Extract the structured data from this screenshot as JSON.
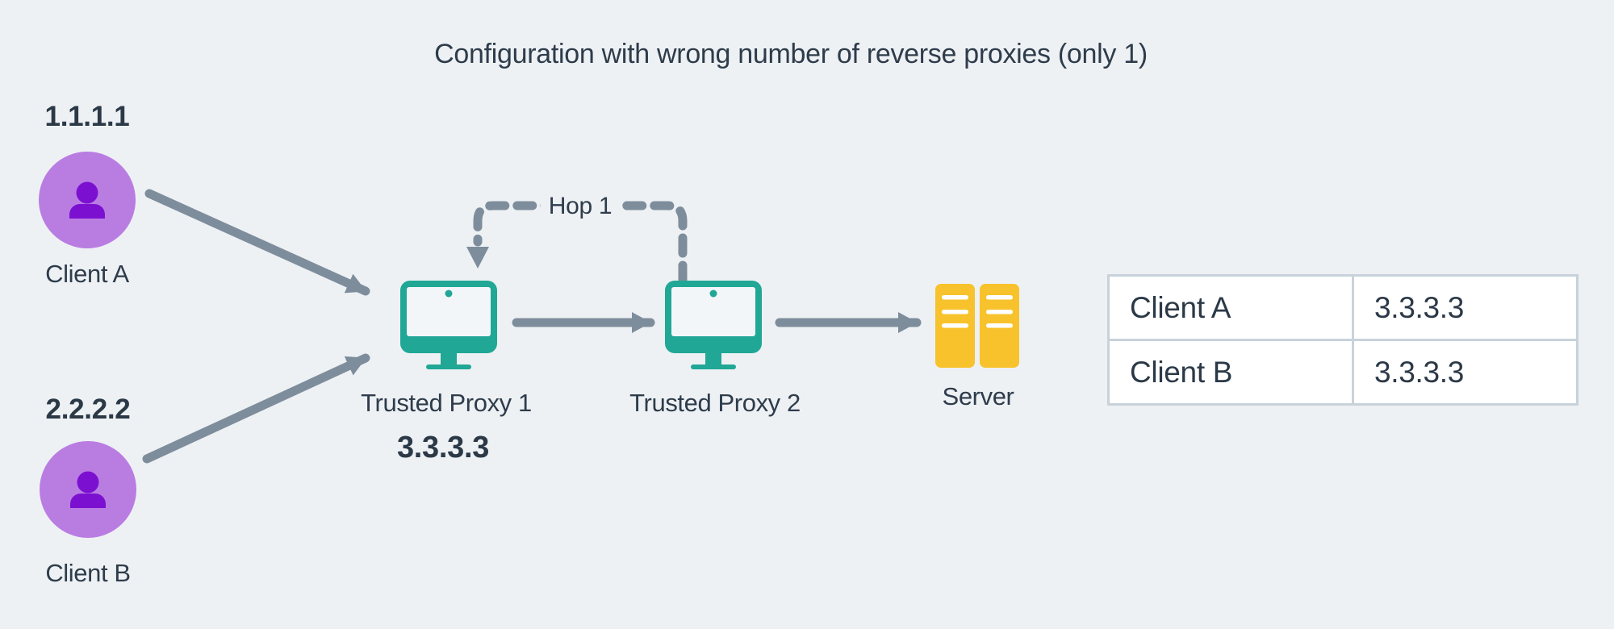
{
  "title": "Configuration with wrong number of reverse proxies (only 1)",
  "nodes": {
    "client_a": {
      "label": "Client A",
      "ip": "1.1.1.1"
    },
    "client_b": {
      "label": "Client B",
      "ip": "2.2.2.2"
    },
    "proxy1": {
      "label": "Trusted Proxy 1",
      "ip": "3.3.3.3"
    },
    "proxy2": {
      "label": "Trusted Proxy 2"
    },
    "server": {
      "label": "Server"
    }
  },
  "hop": {
    "label": "Hop 1"
  },
  "ip_table": {
    "rows": [
      {
        "client": "Client A",
        "resolved_ip": "3.3.3.3"
      },
      {
        "client": "Client B",
        "resolved_ip": "3.3.3.3"
      }
    ]
  },
  "edges": [
    {
      "from": "Client A",
      "to": "Trusted Proxy 1",
      "style": "solid-arrow"
    },
    {
      "from": "Client B",
      "to": "Trusted Proxy 1",
      "style": "solid-arrow"
    },
    {
      "from": "Trusted Proxy 1",
      "to": "Trusted Proxy 2",
      "style": "solid-arrow"
    },
    {
      "from": "Trusted Proxy 2",
      "to": "Server",
      "style": "solid-arrow"
    },
    {
      "from": "Trusted Proxy 2",
      "to": "Trusted Proxy 1",
      "style": "dashed-arrow",
      "label": "Hop 1"
    }
  ],
  "icons": {
    "client": "user-icon",
    "proxy": "monitor-icon",
    "server": "server-rack-icon"
  },
  "colors": {
    "background": "#eef1f4",
    "text": "#2e3c4b",
    "arrow_gray": "#7d8d9c",
    "proxy_teal": "#20a795",
    "server_yellow": "#f7c22b",
    "client_circle_purple": "#b97de2",
    "client_icon_purple": "#7c10d0",
    "table_border": "#c8d2da",
    "table_cell_bg": "#ffffff"
  }
}
